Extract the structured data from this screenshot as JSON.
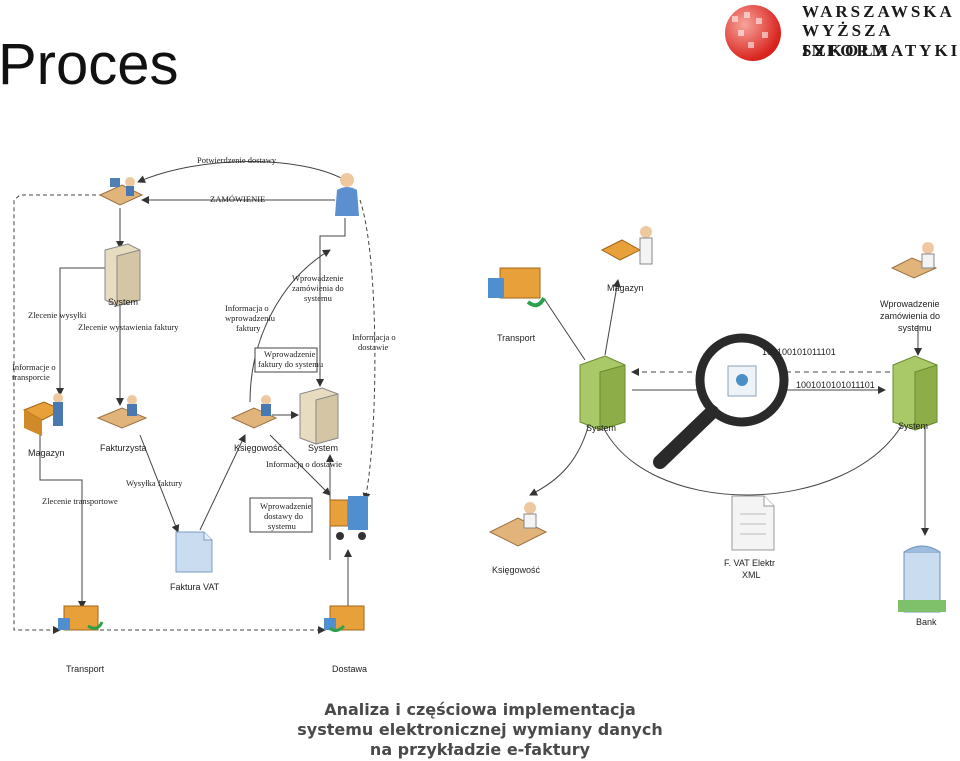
{
  "slide": {
    "title": "Proces"
  },
  "logo": {
    "line1": "WARSZAWSKA",
    "line2": "WYŻSZA SZKOŁA",
    "line3": "INFORMATYKI"
  },
  "left_diagram": {
    "top_label_1": "Potwierdzenie dostawy",
    "top_label_2": "ZAMÓWIENIE",
    "system_label": "System",
    "zlecenie_wysylki": "Zlecenie wysyłki",
    "zlecenie_wystawienia": "Zlecenie wystawienia faktury",
    "info_transport_1": "Informacje o",
    "info_transport_2": "transporcie",
    "magazyn": "Magazyn",
    "fakturzysta": "Fakturzysta",
    "ksiegowosc": "Księgowość",
    "system2": "System",
    "info_fakt_1": "Informacja o",
    "info_fakt_2": "wprowadzeniu",
    "info_fakt_3": "faktury",
    "wpr_zam_1": "Wprowadzenie",
    "wpr_zam_2": "zamówienia do",
    "wpr_zam_3": "systemu",
    "wpr_fakt_1": "Wprowadzenie",
    "wpr_fakt_2": "faktury do systemu",
    "info_dostawie_1": "Informacja o",
    "info_dostawie_2": "dostawie",
    "info_dostawie_3": "Informacja o dostawie",
    "wysylka": "Wysyłka faktury",
    "zlecenie_transportowe": "Zlecenie transportowe",
    "wpr_dost_1": "Wprowadzenie",
    "wpr_dost_2": "dostawy do",
    "wpr_dost_3": "systemu",
    "faktura_vat": "Faktura VAT",
    "transport": "Transport",
    "dostawa": "Dostawa"
  },
  "right_diagram": {
    "transport": "Transport",
    "magazyn": "Magazyn",
    "wpr_1": "Wprowadzenie",
    "wpr_2": "zamówienia do",
    "wpr_3": "systemu",
    "system_left": "System",
    "system_right": "System",
    "binary_1": "100100101011101",
    "binary_2": "1001010101011101",
    "ksiegowosc": "Księgowość",
    "fvat_1": "F. VAT Elektr",
    "fvat_2": "XML",
    "bank": "Bank"
  },
  "footer": {
    "line1": "Analiza i częściowa implementacja",
    "line2": "systemu elektronicznej wymiany danych",
    "line3": "na przykładzie e-faktury"
  },
  "colors": {
    "logo_red": "#e4322b",
    "server_green": "#9fbf5a",
    "server_beige": "#e8dcc0",
    "box_orange": "#e8a13a"
  }
}
